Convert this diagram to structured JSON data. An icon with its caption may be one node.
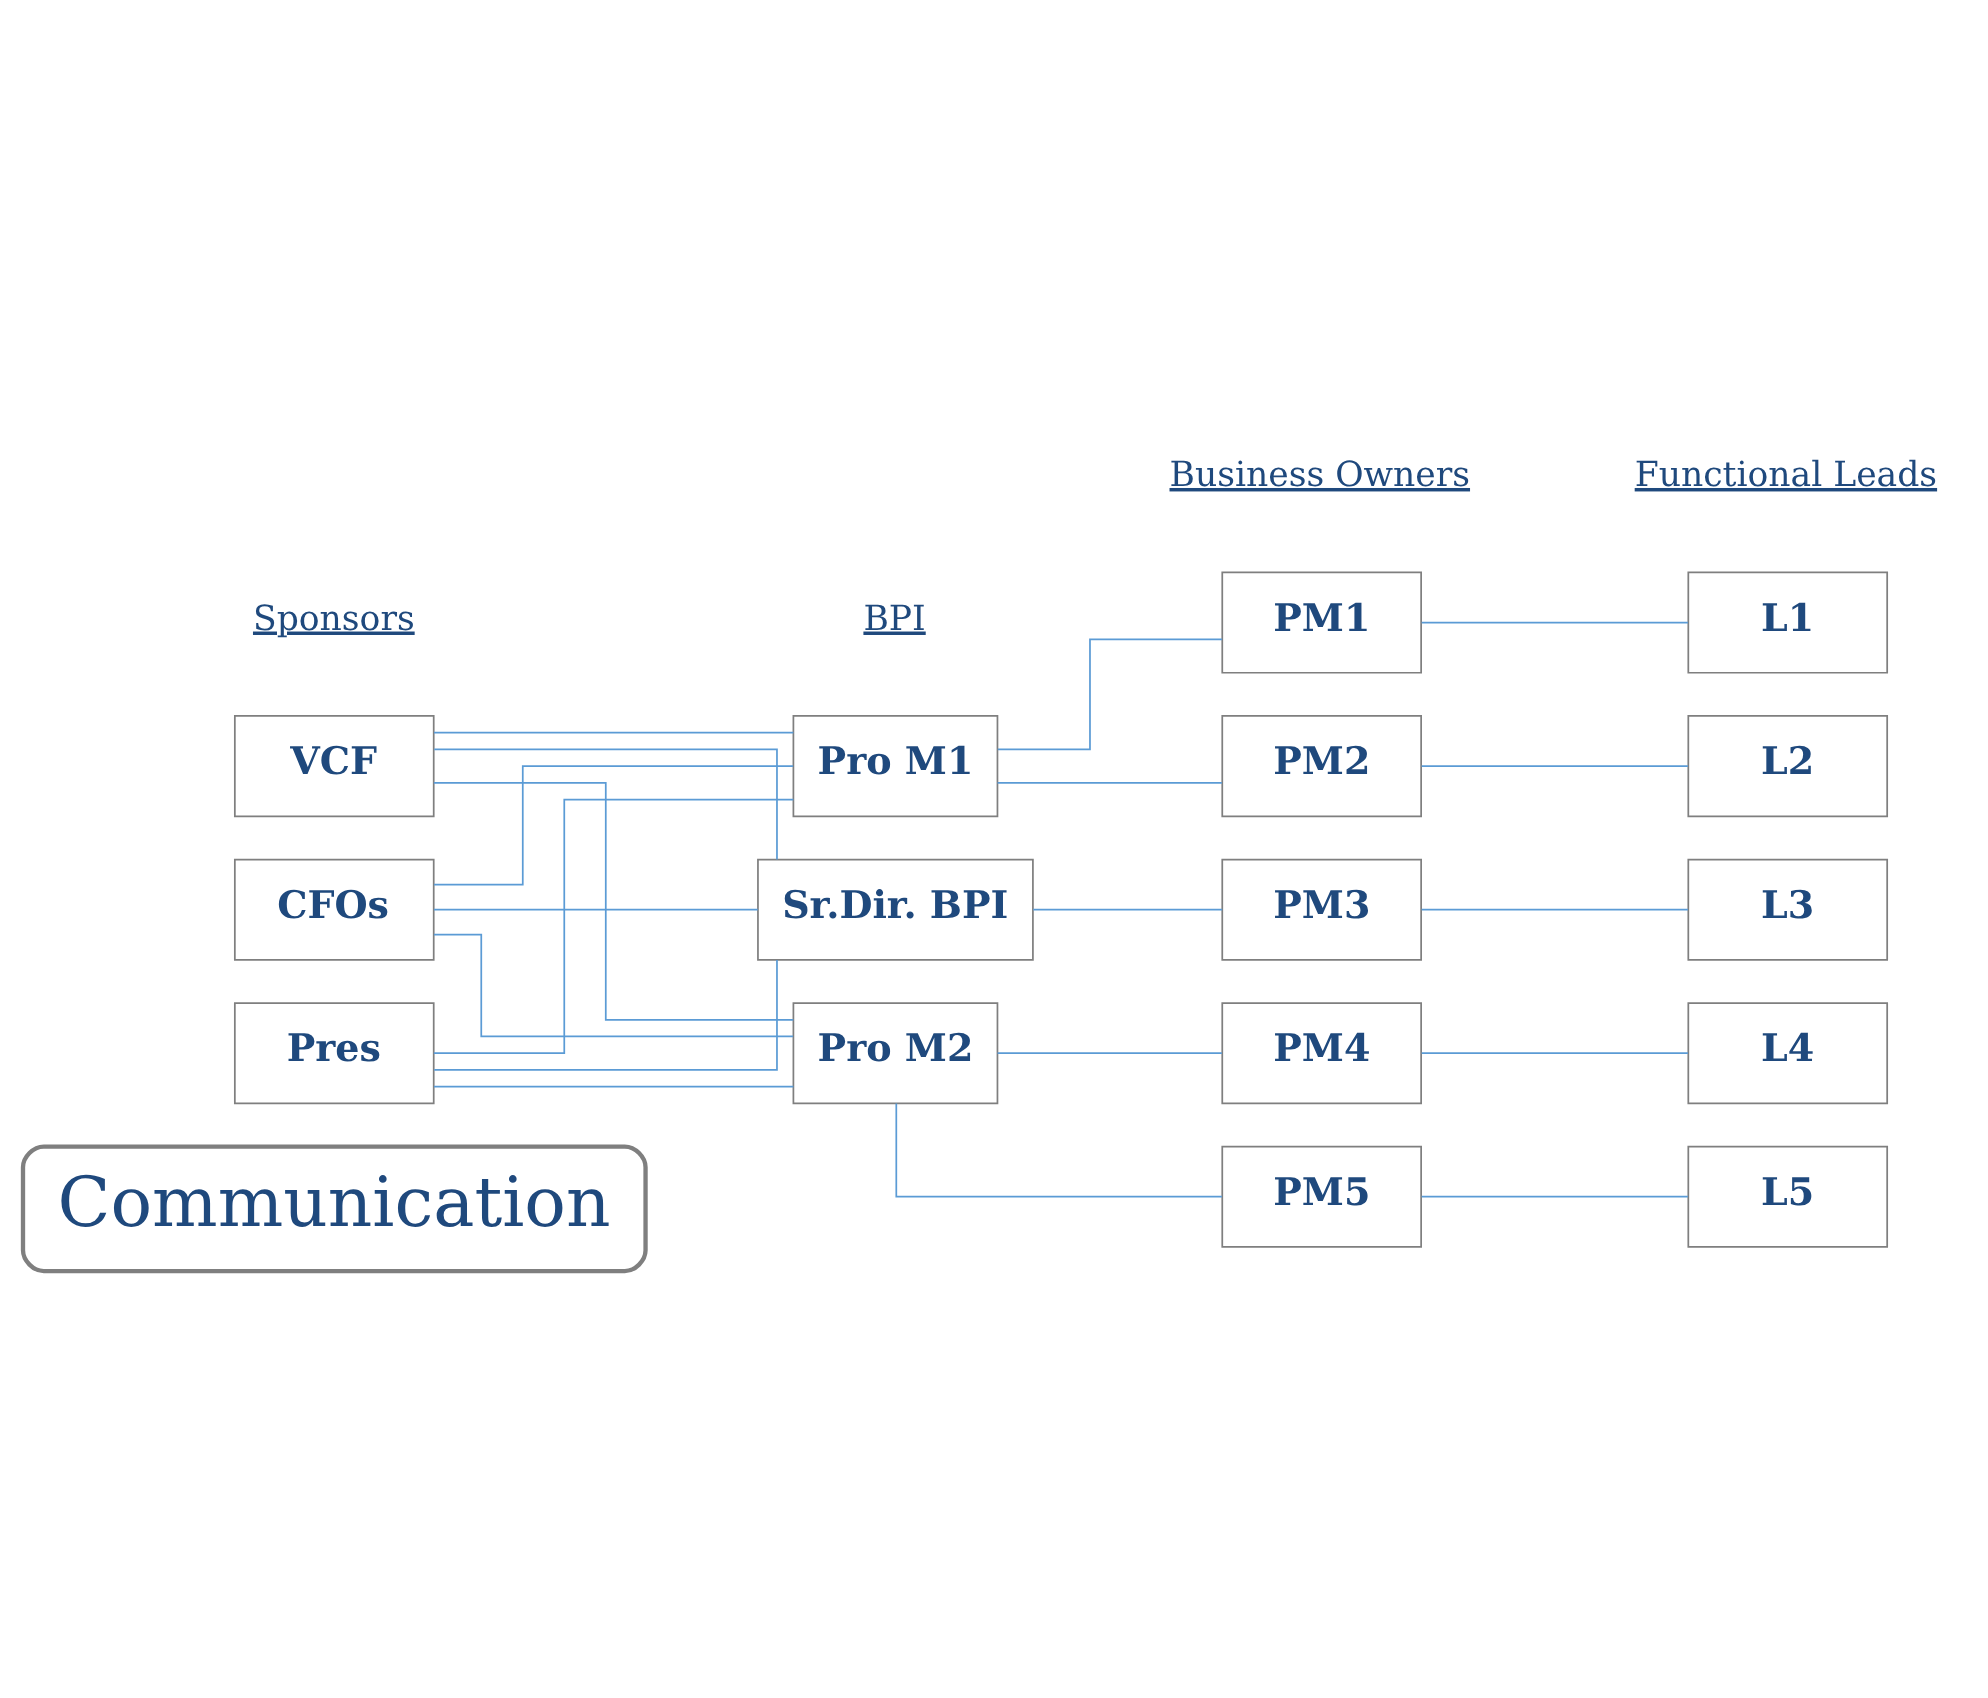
{
  "diagram": {
    "nodes": [
      {
        "text": [
          "VCF"
        ]
      },
      {
        "text": [
          "CFOs"
        ]
      },
      {
        "text": [
          "Pres"
        ]
      },
      {
        "text": [
          "Pro M1"
        ]
      },
      {
        "text": [
          "Sr.Dir. BPI"
        ]
      },
      {
        "text": [
          "Pro M2"
        ]
      },
      {
        "text": [
          "PM1"
        ]
      },
      {
        "text": [
          "PM2"
        ]
      },
      {
        "text": [
          "PM3"
        ]
      },
      {
        "text": [
          "PM4"
        ]
      },
      {
        "text": [
          "PM5"
        ]
      },
      {
        "text": [
          "L1"
        ]
      },
      {
        "text": [
          "L2"
        ]
      },
      {
        "text": [
          "L3"
        ]
      },
      {
        "text": [
          "L4"
        ]
      },
      {
        "text": [
          "L5"
        ]
      },
      {
        "text": [
          "Communication"
        ]
      }
    ],
    "edges": [
      {
        "from": 0,
        "to": 3,
        "arrow": "none"
      },
      {
        "from": 0,
        "to": 4,
        "arrow": "none"
      },
      {
        "from": 0,
        "to": 5,
        "arrow": "none"
      },
      {
        "from": 1,
        "to": 3,
        "arrow": "none"
      },
      {
        "from": 1,
        "to": 4,
        "arrow": "none"
      },
      {
        "from": 1,
        "to": 5,
        "arrow": "none"
      },
      {
        "from": 2,
        "to": 3,
        "arrow": "none"
      },
      {
        "from": 2,
        "to": 4,
        "arrow": "none"
      },
      {
        "from": 2,
        "to": 5,
        "arrow": "none"
      },
      {
        "from": 3,
        "to": 6,
        "arrow": "none"
      },
      {
        "from": 3,
        "to": 7,
        "arrow": "none"
      },
      {
        "from": 4,
        "to": 8,
        "arrow": "none"
      },
      {
        "from": 5,
        "to": 9,
        "arrow": "none"
      },
      {
        "from": 5,
        "to": 10,
        "arrow": "none"
      },
      {
        "from": 6,
        "to": 11,
        "arrow": "none"
      },
      {
        "from": 7,
        "to": 12,
        "arrow": "none"
      },
      {
        "from": 8,
        "to": 13,
        "arrow": "none"
      },
      {
        "from": 9,
        "to": 14,
        "arrow": "none"
      },
      {
        "from": 10,
        "to": 15,
        "arrow": "none"
      }
    ],
    "labels": [
      "Sponsors",
      "BPI",
      "Business Owners",
      "Functional Leads"
    ]
  }
}
